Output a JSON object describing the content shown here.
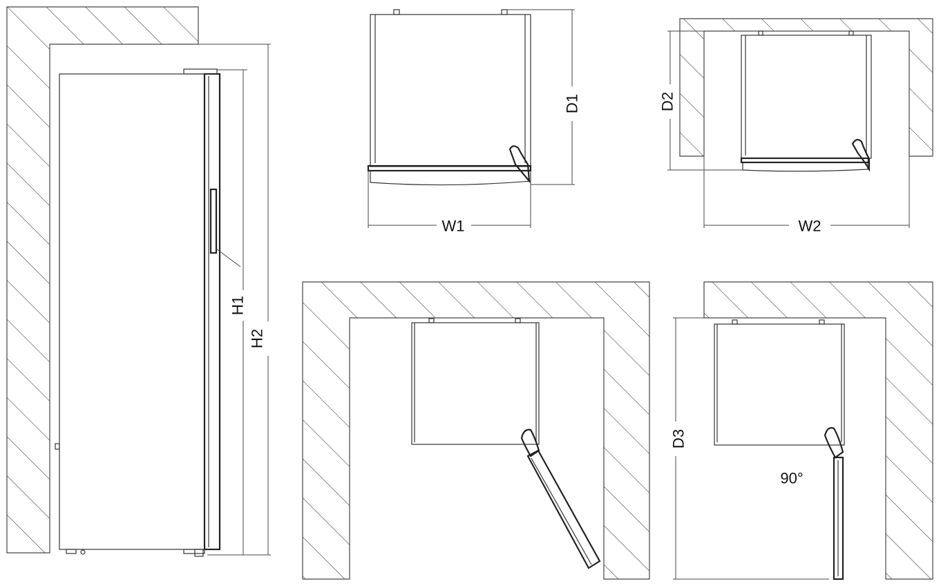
{
  "labels": {
    "h1": "H1",
    "h2": "H2",
    "w1": "W1",
    "w2": "W2",
    "d1": "D1",
    "d2": "D2",
    "d3": "D3",
    "angle": "90°"
  }
}
